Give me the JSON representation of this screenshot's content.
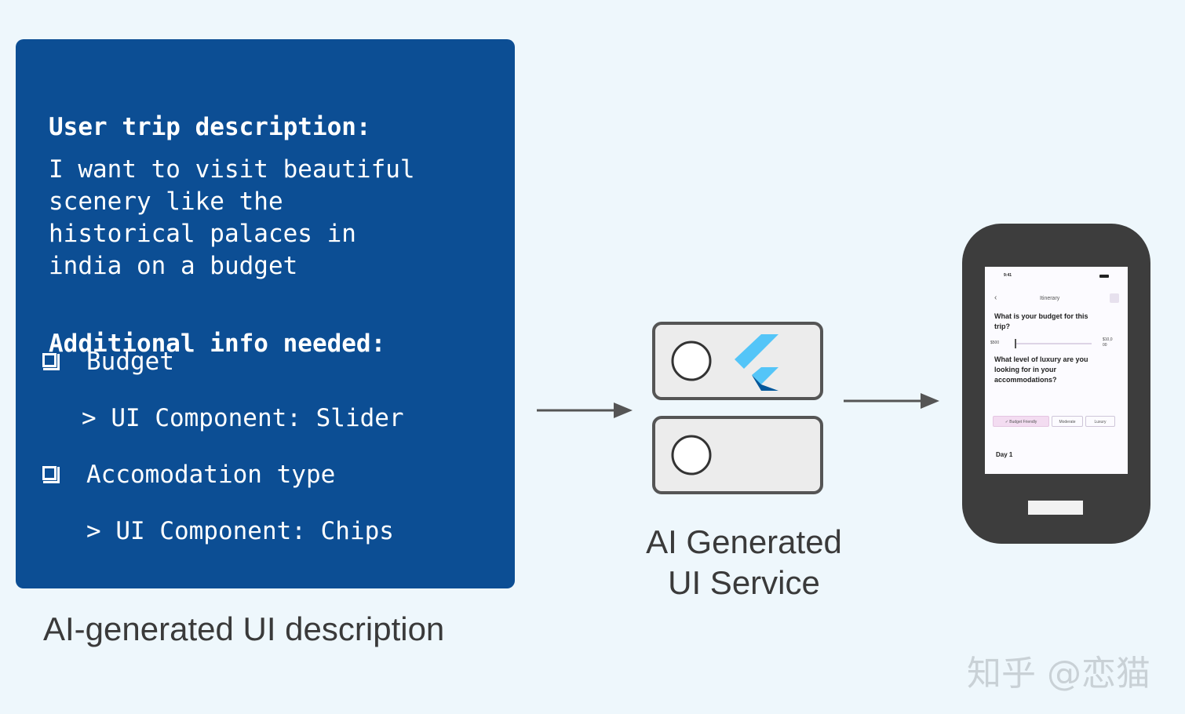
{
  "description_panel": {
    "heading_trip": "User trip description:",
    "trip_lines": [
      "I want to visit beautiful",
      "scenery like the",
      "historical palaces in",
      "india on a budget"
    ],
    "heading_info": "Additional info needed:",
    "items": [
      {
        "label": "Budget",
        "component": "> UI Component: Slider"
      },
      {
        "label": "Accomodation type",
        "component": "> UI Component: Chips"
      }
    ]
  },
  "captions": {
    "description": "AI-generated UI description",
    "service_line1": "AI Generated",
    "service_line2": "UI Service"
  },
  "phone_screen": {
    "status_time": "9:41",
    "title": "Itinerary",
    "question1_line1": "What is your budget for this",
    "question1_line2": "trip?",
    "slider_min": "$500",
    "slider_max_line1": "$10,0",
    "slider_max_line2": "00",
    "question2_line1": "What level of luxury are you",
    "question2_line2": "looking for in your",
    "question2_line3": "accommodations?",
    "chips": [
      "✓ Budget Friendly",
      "Moderate",
      "Luxury"
    ],
    "day_label": "Day 1"
  },
  "watermark": "知乎 @恋猫",
  "colors": {
    "panel_bg": "#0c4e94",
    "page_bg": "#eef7fc",
    "phone_body": "#3d3d3d",
    "flutter_light": "#54c5f8",
    "flutter_dark": "#01579b",
    "chip_selected": "#f3dcf1"
  }
}
